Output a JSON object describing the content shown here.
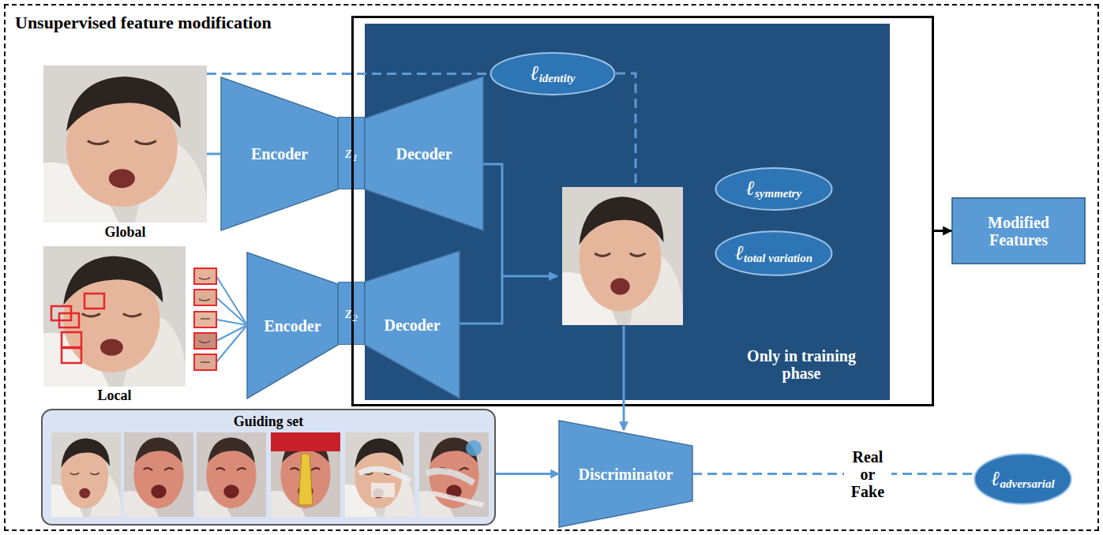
{
  "diagram": {
    "nodes": [
      {
        "text": [
          "Unsupervised feature modification"
        ]
      },
      {
        "text": [
          "Global"
        ],
        "in": 0
      },
      {
        "text": [
          "Local"
        ],
        "in": 0
      },
      {
        "text": [
          "Encoder"
        ],
        "in": 0
      },
      {
        "text": [
          "z₁"
        ],
        "in": 0
      },
      {
        "text": [
          "Encoder"
        ],
        "in": 0
      },
      {
        "text": [
          "z₂"
        ],
        "in": 0
      },
      {
        "text": [
          "Only in training phase"
        ],
        "in": 0
      },
      {
        "text": [
          "Decoder"
        ],
        "in": 7
      },
      {
        "text": [
          "Decoder"
        ],
        "in": 7
      },
      {
        "text": [
          "ℓidentity"
        ],
        "in": 7
      },
      {
        "text": [
          "ℓsymmetry"
        ],
        "in": 7
      },
      {
        "text": [
          "ℓtotal variation"
        ],
        "in": 7
      },
      {
        "text": [
          "Modified Features"
        ],
        "in": 0
      },
      {
        "text": [
          "Guiding set"
        ],
        "in": 0
      },
      {
        "text": [
          "Discriminator"
        ],
        "in": 0
      },
      {
        "text": [
          "ℓadversarial"
        ],
        "in": 0
      }
    ],
    "edges": [
      {
        "from": 1,
        "to": 3,
        "arrow": "none"
      },
      {
        "from": 1,
        "to": 10,
        "arrow": "none"
      },
      {
        "from": 7,
        "to": 13,
        "arrow": "to"
      },
      {
        "from": 14,
        "to": 15,
        "arrow": "to"
      },
      {
        "from": 15,
        "to": 16,
        "label": "Real or Fake",
        "arrow": "none"
      }
    ]
  }
}
